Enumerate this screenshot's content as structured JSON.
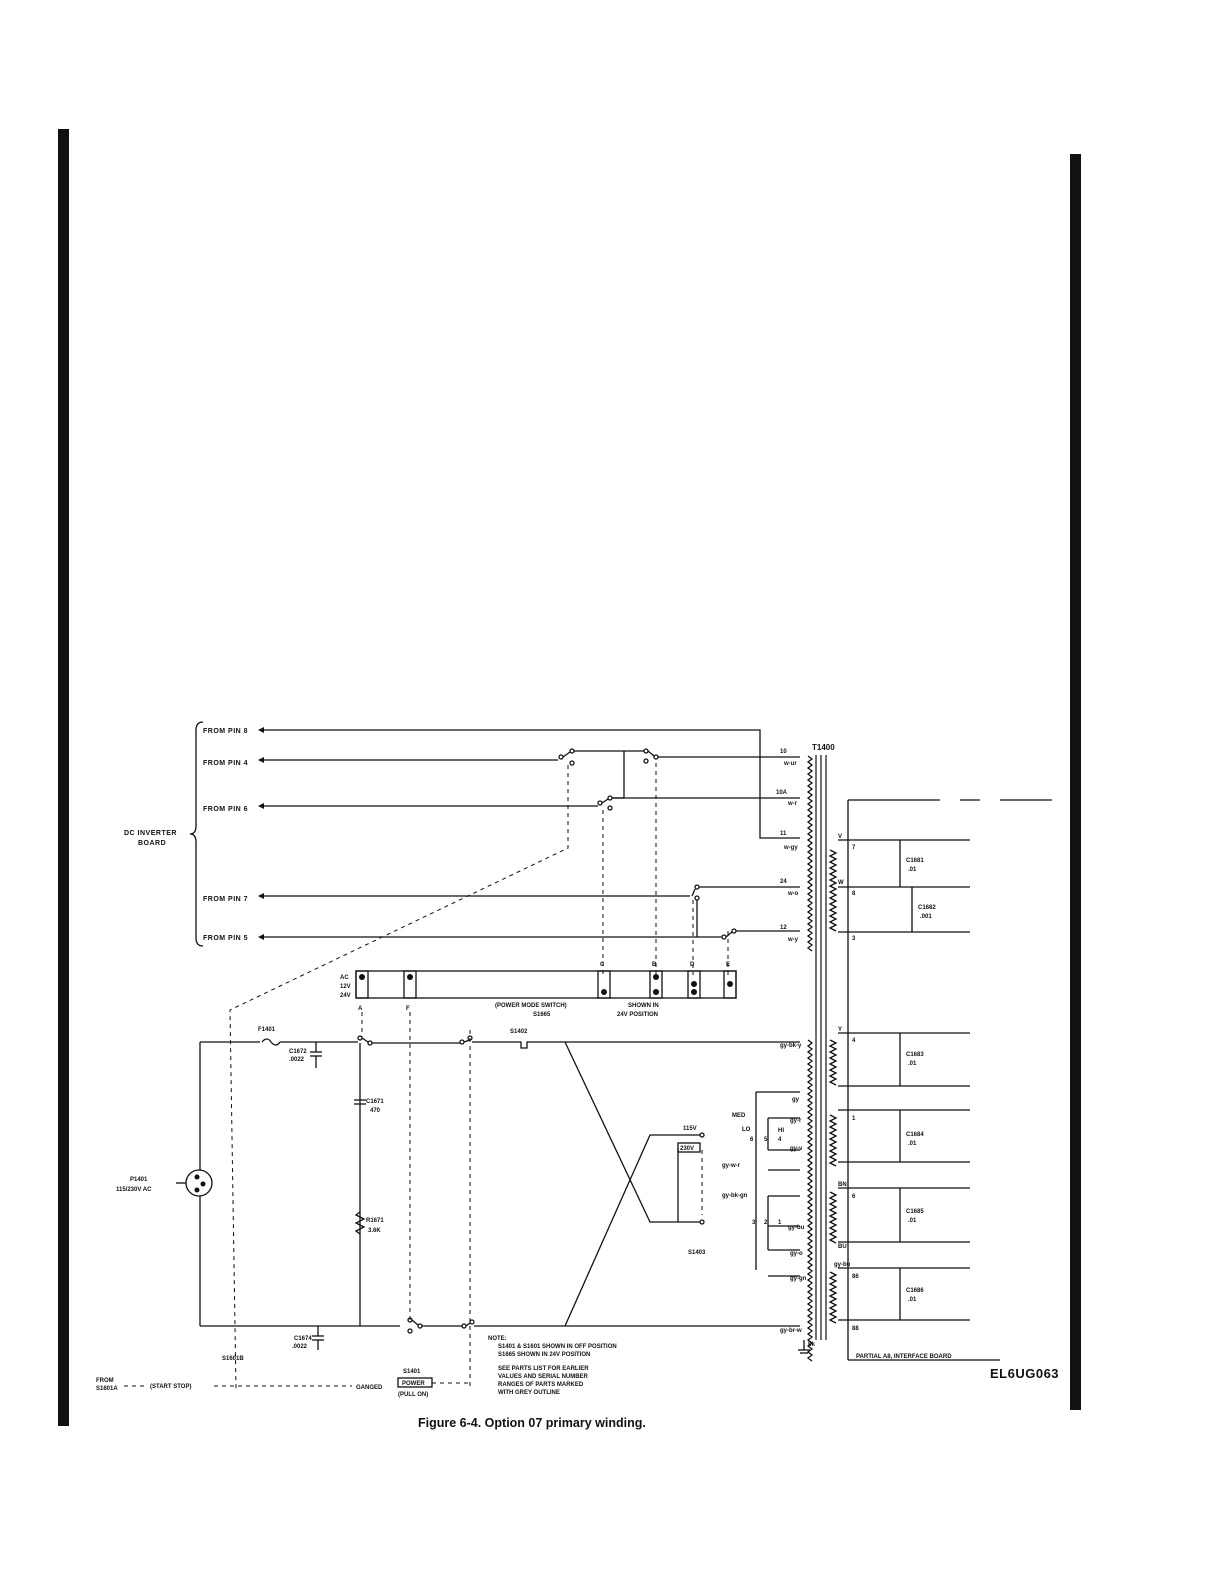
{
  "figure": {
    "caption": "Figure 6-4.  Option 07 primary winding.",
    "drawing_code": "EL6UG063"
  },
  "inverter": {
    "board_label_1": "DC INVERTER",
    "board_label_2": "BOARD",
    "pin8": "FROM PIN 8",
    "pin4": "FROM PIN 4",
    "pin6": "FROM PIN 6",
    "pin7": "FROM PIN 7",
    "pin5": "FROM PIN 5"
  },
  "transformer": {
    "name": "T1400",
    "tap_10": "10",
    "tap_10_wire": "w-ur",
    "tap_10a": "10A",
    "tap_10a_wire": "w-r",
    "tap_11": "11",
    "tap_11_wire": "w-gy",
    "tap_24": "24",
    "tap_24_wire": "w-o",
    "tap_12": "12",
    "tap_12_wire": "w-y",
    "wire_gy_bk_y": "gy-bk-y",
    "wire_gy": "gy",
    "wire_gy_r": "gy-r",
    "wire_gy_v": "gy-v",
    "wire_gy_w_r": "gy-w-r",
    "wire_gy_bk_gn": "gy-bk-gn",
    "wire_gy_bu": "gy-bu",
    "wire_gy_o": "gy-o",
    "wire_gy_gn": "gy-gn",
    "wire_gy_br_w": "gy-br-w",
    "wire_bk": "bk"
  },
  "mode_switch": {
    "name": "(POWER MODE SWITCH)",
    "ref": "S1665",
    "note_1": "SHOWN IN",
    "note_2": "24V POSITION",
    "row_ac": "AC",
    "row_12v": "12V",
    "row_24v": "24V",
    "sec_a": "A",
    "sec_f": "F",
    "sec_c": "C",
    "sec_b": "B",
    "sec_d": "D",
    "sec_e": "E"
  },
  "primary": {
    "fuse": "F1401",
    "c1672": "C1672",
    "c1672_val": ".0022",
    "c1671": "C1671",
    "c1671_val": "470",
    "r1671": "R1671",
    "r1671_val": "3.6K",
    "c1674": "C1674",
    "c1674_val": ".0022",
    "plug": "P1401",
    "plug_rating": "115/230V AC",
    "s1402": "S1402",
    "s1403": "S1403",
    "v115": "115V",
    "v230": "230V",
    "med": "MED",
    "lo": "LO",
    "hi": "HI",
    "tap_6": "6",
    "tap_5": "5",
    "tap_4": "4",
    "tap_3": "3",
    "tap_2": "2",
    "tap_1": "1",
    "s1601b": "S1601B",
    "from": "FROM",
    "s1601a": "S1601A",
    "start_stop": "(START STOP)",
    "ganged": "GANGED",
    "s1401": "S1401",
    "power": "POWER",
    "pull_on": "(PULL ON)"
  },
  "secondary": {
    "c1681": "C1681",
    "c1681_val": ".01",
    "c1682": "C1682",
    "c1682_val": ".001",
    "c1683": "C1683",
    "c1683_val": ".01",
    "c1684": "C1684",
    "c1684_val": ".01",
    "c1685": "C1685",
    "c1685_val": ".01",
    "c1686": "C1686",
    "c1686_val": ".01",
    "pin_7": "7",
    "pin_8": "8",
    "pin_3": "3",
    "pin_4": "4",
    "pin_1": "1",
    "pin_6": "6",
    "pin_86": "86",
    "pin_88": "88",
    "wire_v": "V",
    "wire_w": "W",
    "wire_y": "Y",
    "wire_bn": "BN",
    "wire_bu": "BU",
    "wire_gy_bu": "gy-bu",
    "board": "PARTIAL A8, INTERFACE BOARD"
  },
  "notes": {
    "n1": "NOTE:",
    "n2": "S1401 & S1601 SHOWN IN OFF POSITION",
    "n3": "S1665 SHOWN IN 24V POSITION",
    "n4": "SEE PARTS LIST FOR EARLIER",
    "n5": "VALUES AND SERIAL NUMBER",
    "n6": "RANGES OF PARTS MARKED",
    "n7": "WITH GREY OUTLINE"
  }
}
